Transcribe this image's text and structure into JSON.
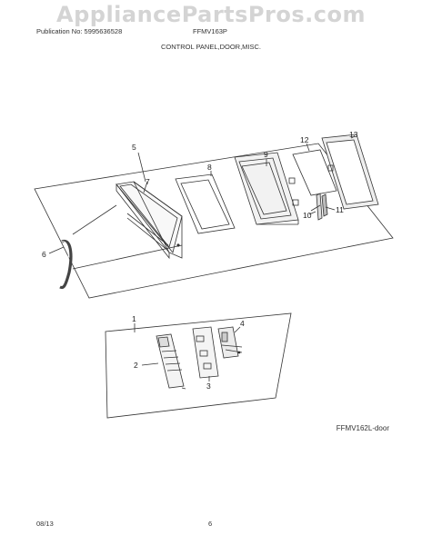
{
  "watermark": "AppliancePartsPros.com",
  "header": {
    "publication": "Publication No: 5995636528",
    "model": "FFMV163P",
    "section": "CONTROL PANEL,DOOR,MISC."
  },
  "callouts": {
    "c1": "1",
    "c2": "2",
    "c3": "3",
    "c4": "4",
    "c5": "5",
    "c6": "6",
    "c7": "7",
    "c8": "8",
    "c9": "9",
    "c10": "10",
    "c11": "11",
    "c12": "12",
    "c13": "13"
  },
  "caption": "FFMV162L-door",
  "footer": {
    "date": "08/13",
    "page": "6"
  }
}
